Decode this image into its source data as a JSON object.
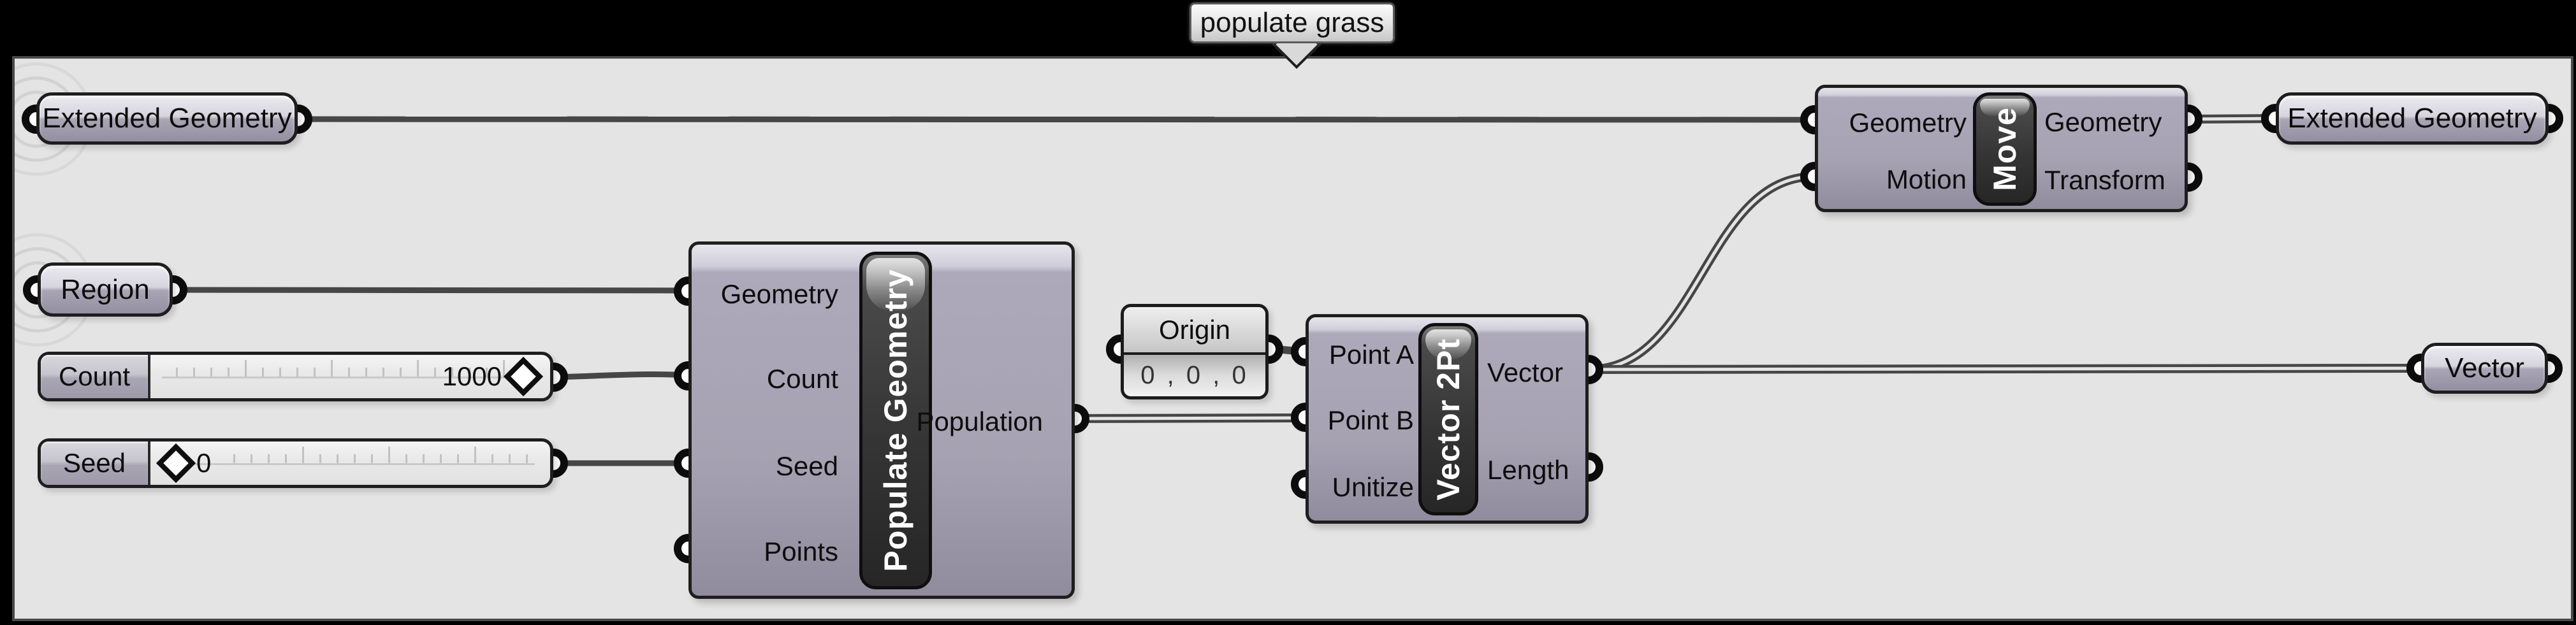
{
  "tooltip": {
    "label": "populate grass"
  },
  "pills": {
    "extended_geometry_in": {
      "label": "Extended Geometry"
    },
    "region": {
      "label": "Region"
    },
    "extended_geometry_out": {
      "label": "Extended Geometry"
    },
    "vector_out": {
      "label": "Vector"
    }
  },
  "sliders": {
    "count": {
      "label": "Count",
      "value": "1000"
    },
    "seed": {
      "label": "Seed",
      "value": "0"
    }
  },
  "origin_panel": {
    "title": "Origin",
    "value": "0 , 0 , 0"
  },
  "components": {
    "populate_geometry": {
      "title": "Populate Geometry",
      "inputs": [
        "Geometry",
        "Count",
        "Seed",
        "Points"
      ],
      "outputs": [
        "Population"
      ]
    },
    "vector_2pt": {
      "title": "Vector 2Pt",
      "inputs": [
        "Point A",
        "Point B",
        "Unitize"
      ],
      "outputs": [
        "Vector",
        "Length"
      ]
    },
    "move": {
      "title": "Move",
      "inputs": [
        "Geometry",
        "Motion"
      ],
      "outputs": [
        "Geometry",
        "Transform"
      ]
    }
  },
  "colors": {
    "canvas": "#e4e4e4",
    "frame": "#000000",
    "wire": "#464646",
    "component_body": "#a6a2b2",
    "capsule_dark": "#353535",
    "text": "#0d0d0d"
  }
}
